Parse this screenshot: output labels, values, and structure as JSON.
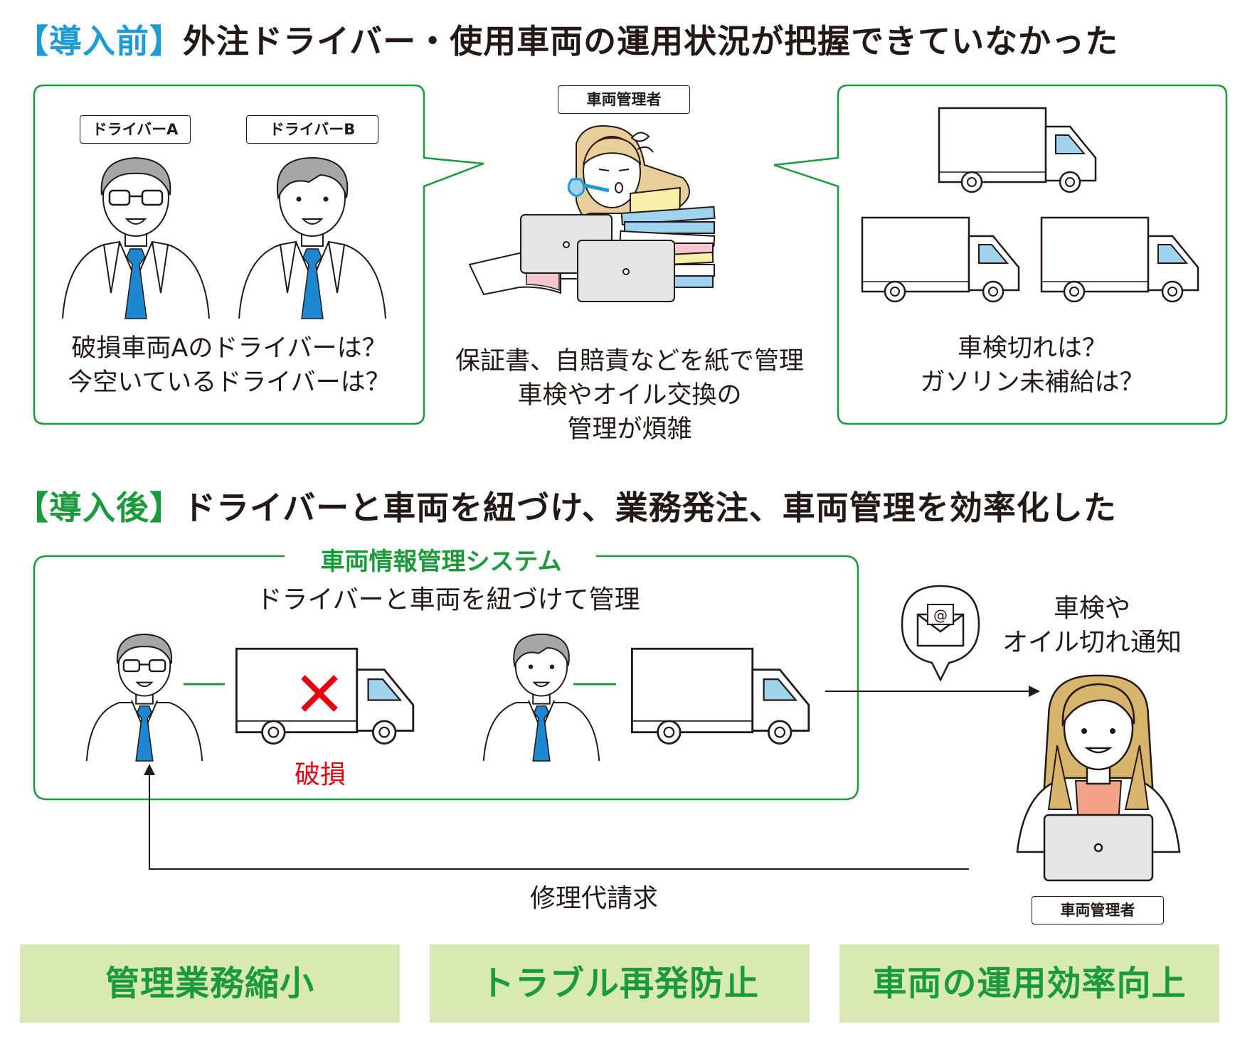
{
  "before": {
    "bracket": "【導入前】",
    "title": "外注ドライバー・使用車両の運用状況が把握できていなかった",
    "driver_a_label": "ドライバーA",
    "driver_b_label": "ドライバーB",
    "left_bubble_line1": "破損車両Aのドライバーは？",
    "left_bubble_line2": "今空いているドライバーは？",
    "manager_label": "車両管理者",
    "center_line1": "保証書、自賠責などを紙で管理",
    "center_line2": "車検やオイル交換の",
    "center_line3": "管理が煩雑",
    "right_bubble_line1": "車検切れは？",
    "right_bubble_line2": "ガソリン未補給は？"
  },
  "after": {
    "bracket": "【導入後】",
    "title": "ドライバーと車両を紐づけ、業務発注、車両管理を効率化した",
    "system_title": "車両情報管理システム",
    "system_subtitle": "ドライバーと車両を紐づけて管理",
    "damage_label": "破損",
    "notify_line1": "車検や",
    "notify_line2": "オイル切れ通知",
    "repair_label": "修理代請求",
    "manager_label": "車両管理者"
  },
  "results": [
    "管理業務縮小",
    "トラブル再発防止",
    "車両の運用効率向上"
  ],
  "colors": {
    "green": "#1a9a3a",
    "blue": "#1e9bd7",
    "red": "#e60012",
    "result_bg": "#d9e9b4",
    "tie": "#1e87d2"
  },
  "icons": [
    "businessman-icon",
    "truck-icon",
    "manager-woman-icon",
    "laptop-icon",
    "documents-icon",
    "mail-icon",
    "damage-x-icon"
  ]
}
